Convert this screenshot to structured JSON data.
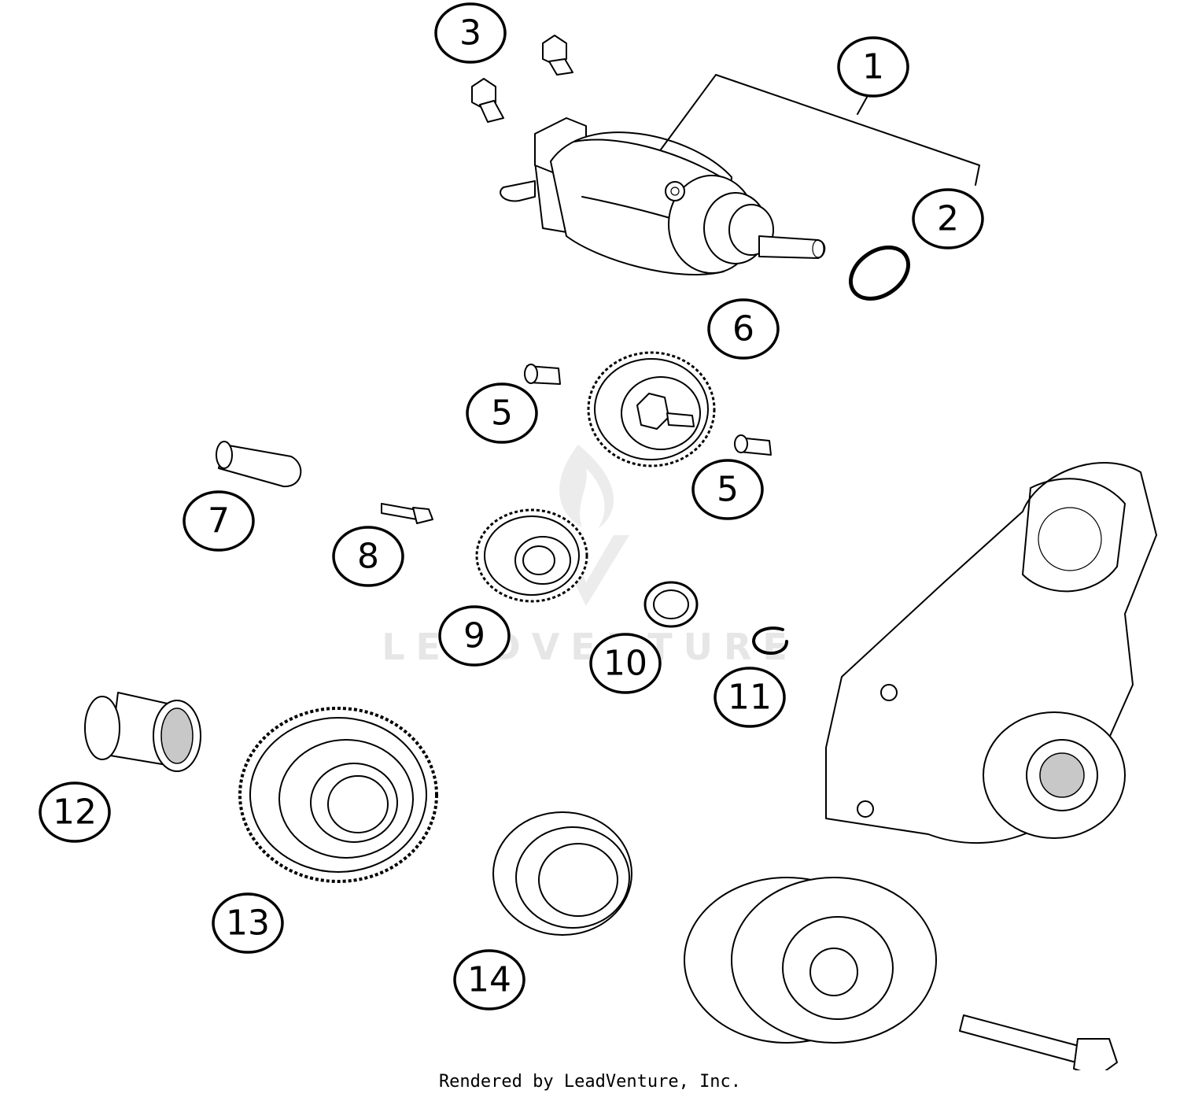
{
  "diagram": {
    "callouts": [
      {
        "label": "1"
      },
      {
        "label": "2"
      },
      {
        "label": "3"
      },
      {
        "label": "5"
      },
      {
        "label": "5"
      },
      {
        "label": "6"
      },
      {
        "label": "7"
      },
      {
        "label": "8"
      },
      {
        "label": "9"
      },
      {
        "label": "10"
      },
      {
        "label": "11"
      },
      {
        "label": "12"
      },
      {
        "label": "13"
      },
      {
        "label": "14"
      }
    ]
  },
  "watermark": {
    "text": "LEADVENTURE"
  },
  "footer": {
    "text": "Rendered by LeadVenture, Inc."
  }
}
